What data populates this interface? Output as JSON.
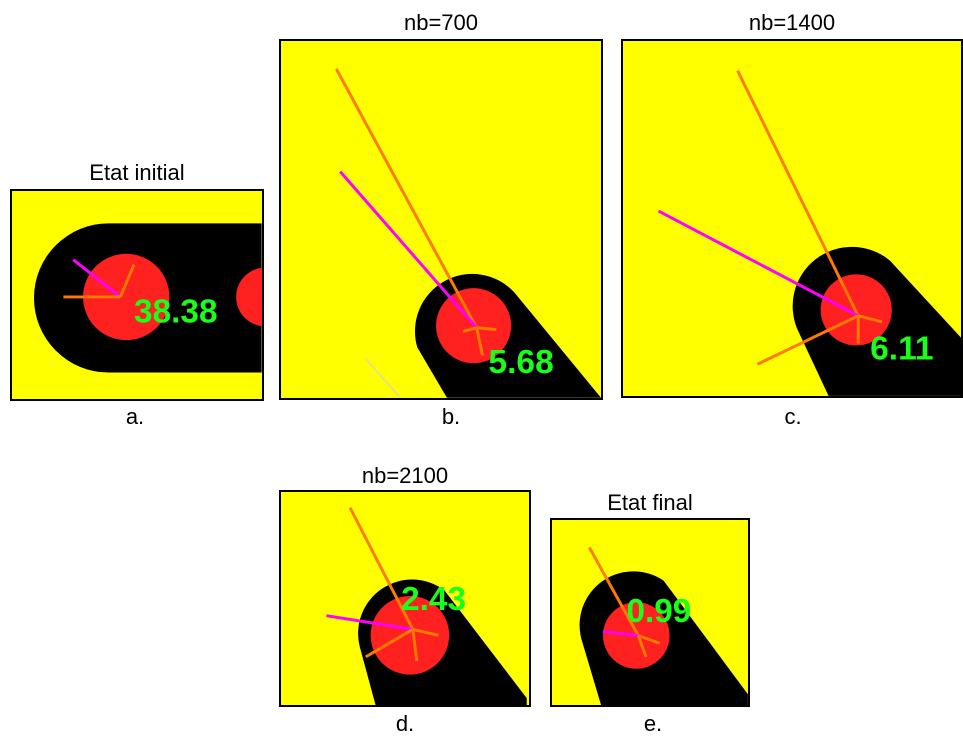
{
  "panels": [
    {
      "id": "a",
      "title": "Etat initial",
      "caption": "a.",
      "value": "38.38"
    },
    {
      "id": "b",
      "title": "nb=700",
      "caption": "b.",
      "value": "5.68"
    },
    {
      "id": "c",
      "title": "nb=1400",
      "caption": "c.",
      "value": "6.11"
    },
    {
      "id": "d",
      "title": "nb=2100",
      "caption": "d.",
      "value": "2.43"
    },
    {
      "id": "e",
      "title": "Etat final",
      "caption": "e.",
      "value": "0.99"
    }
  ],
  "colors": {
    "background": "#ffff00",
    "tube": "#000000",
    "target": "#ff2020",
    "line_orange": "#ff7a00",
    "line_magenta": "#ff00ff",
    "metric_text": "#19ff19"
  }
}
